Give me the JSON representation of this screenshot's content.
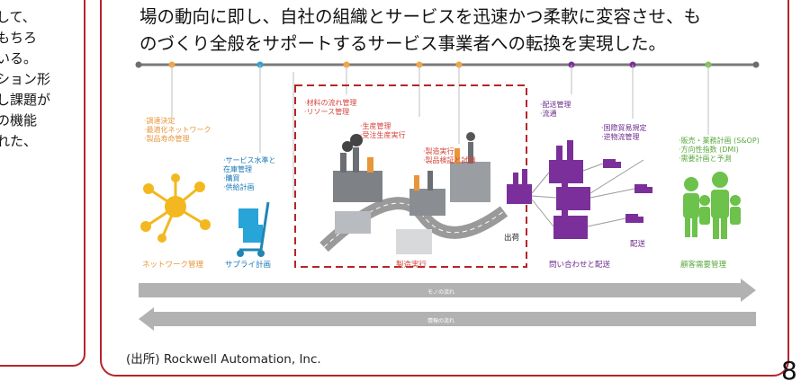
{
  "left_panel": {
    "text": "して、\nもちろ\nいる。\nション形\nし課題が\nの機能\nれた、"
  },
  "headline": {
    "line1": "場の動向に即し、自社の組織とサービスを迅速かつ柔軟に変容させ、も",
    "line2": "のづくり全般をサポートするサービス事業者への転換を実現した。"
  },
  "diagram": {
    "network": {
      "label": "·調達決定\n·最適化ネットワーク\n·製品寿命管理",
      "caption": "ネットワーク管理"
    },
    "supply": {
      "label": "·サービス水準と\n在庫管理\n·購買\n·供給計画",
      "caption": "サプライ計画"
    },
    "materials": {
      "label": "·材料の流れ管理\n·リソース管理"
    },
    "production": {
      "label": "·生産管理\n·受注生産実行"
    },
    "execution": {
      "label": "·製造実行\n·製品検証と試験"
    },
    "manufacturing_caption": "製造実行",
    "shipping_caption": "出荷",
    "delivery": {
      "label": "·配送管理\n·流通"
    },
    "trade": {
      "label": "·国際貿易規定\n·逆物流管理"
    },
    "delivery_word": "配送",
    "inquiry_caption": "問い合わせと配送",
    "demand": {
      "label": "·販売・業務計画 (S&OP)\n·方向性指数 (DMI)\n·需要計画と予測"
    },
    "demand_caption": "顧客需要管理",
    "arrow_right": "モノの流れ",
    "arrow_left": "情報の流れ"
  },
  "source": "(出所)  Rockwell Automation, Inc.",
  "page_number": "8"
}
